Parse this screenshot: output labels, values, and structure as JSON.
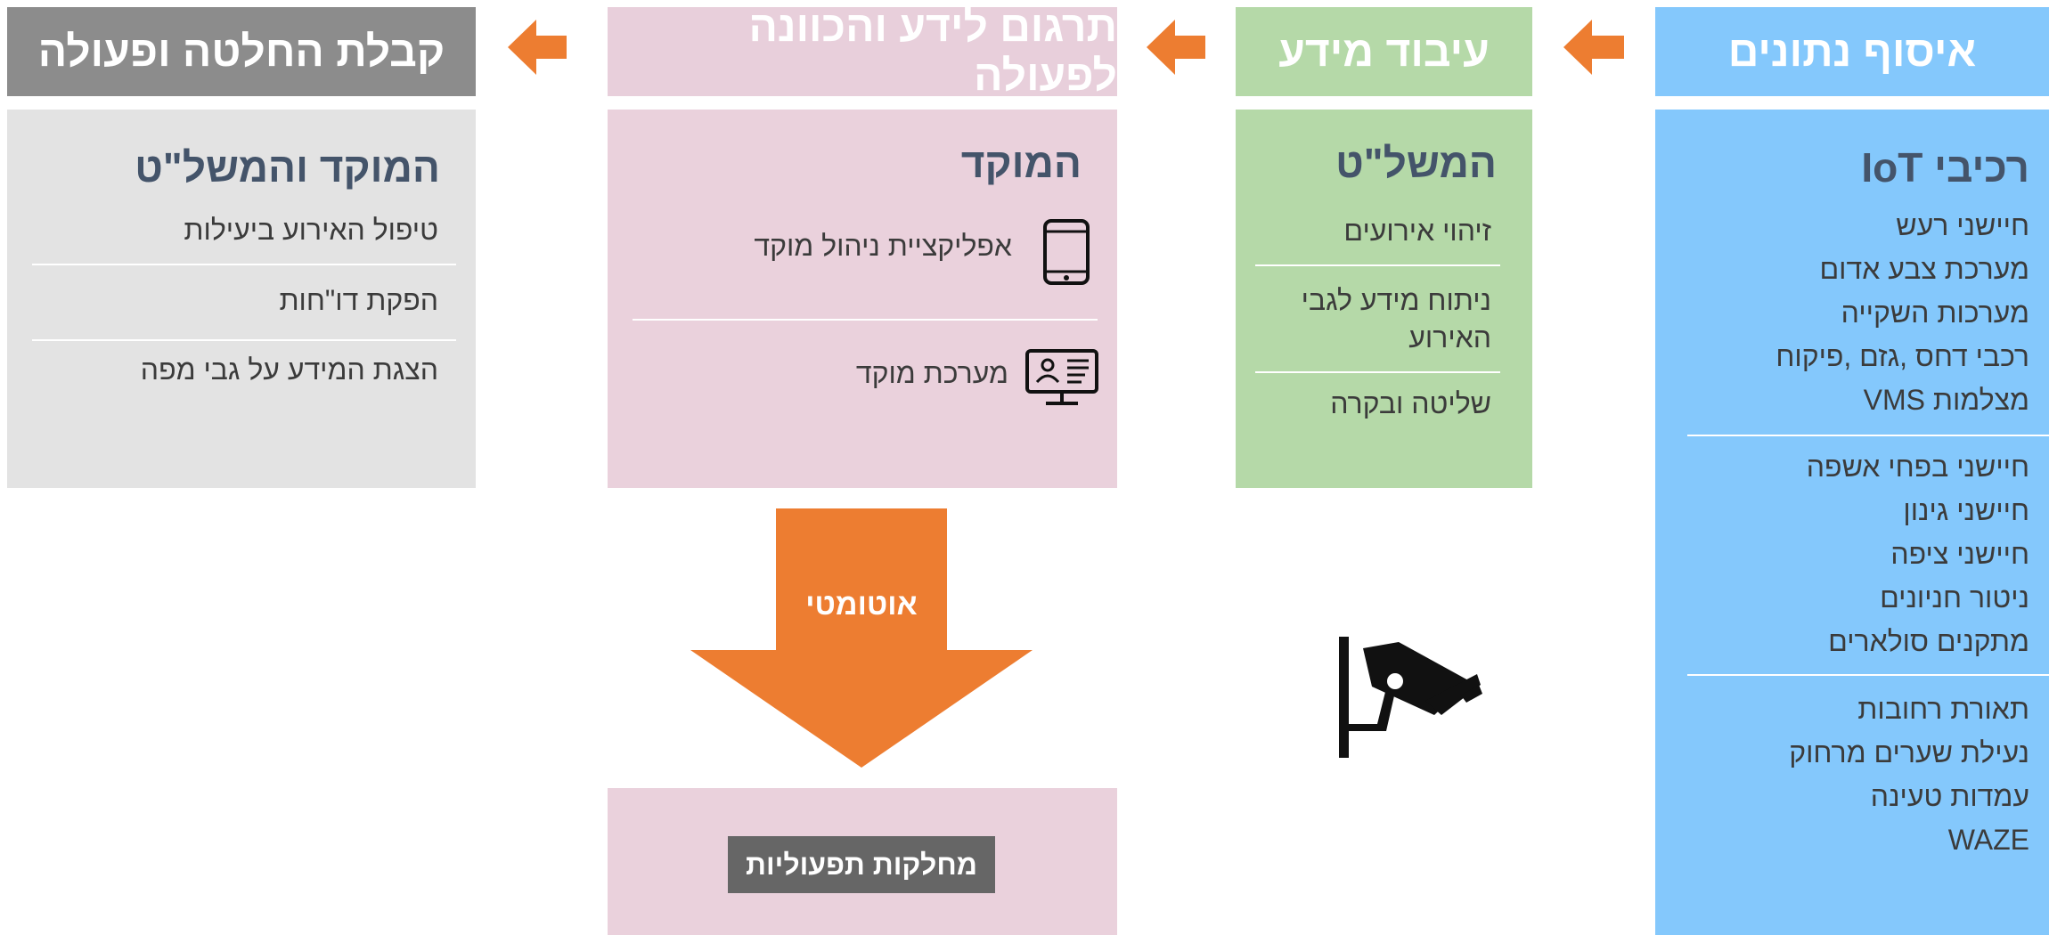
{
  "colors": {
    "collect": "#84c8fc",
    "process": "#b5d9a8",
    "translate_header": "#e8cfdb",
    "translate_body": "#ead1dc",
    "decision_header": "#8c8c8c",
    "decision_body": "#e3e3e3",
    "arrow": "#ed7d31",
    "title_text": "#44546a",
    "item_text": "#3b3b3b",
    "dark_label": "#666666"
  },
  "columns": {
    "collect": {
      "header": "איסוף נתונים",
      "title": "רכיבי IoT",
      "group1": [
        "חיישני רעש",
        "מערכת צבע אדום",
        "מערכות השקייה",
        "רכבי דחס ,גזם ,פיקוח",
        "מצלמות VMS"
      ],
      "group2": [
        "חיישני בפחי אשפה",
        "חיישני גינון",
        "חיישני ציפה",
        "ניטור חניונים",
        "מתקנים סולארים"
      ],
      "group3": [
        "תאורת רחובות",
        "נעילת שערים מרחוק",
        "עמדות טעינה",
        "WAZE"
      ]
    },
    "process": {
      "header": "עיבוד מידע",
      "title": "המשל\"ט",
      "items": [
        "זיהוי אירועים",
        "ניתוח מידע לגבי",
        "האירוע",
        "שליטה ובקרה"
      ],
      "camera_icon": "security-camera-icon"
    },
    "translate": {
      "header": "תרגום לידע והכוונה לפעולה",
      "title": "המוקד",
      "app_label": "אפליקציית ניהול מוקד",
      "app_icon": "smartphone-icon",
      "system_label": "מערכת מוקד",
      "system_icon": "monitor-contact-icon",
      "auto_label": "אוטומטי",
      "departments_label": "מחלקות תפעוליות"
    },
    "decision": {
      "header": "קבלת החלטה ופעולה",
      "title": "המוקד והמשל\"ט",
      "items": [
        "טיפול האירוע ביעילות",
        "הפקת דו\"חות",
        "הצגת המידע על גבי מפה"
      ]
    }
  }
}
